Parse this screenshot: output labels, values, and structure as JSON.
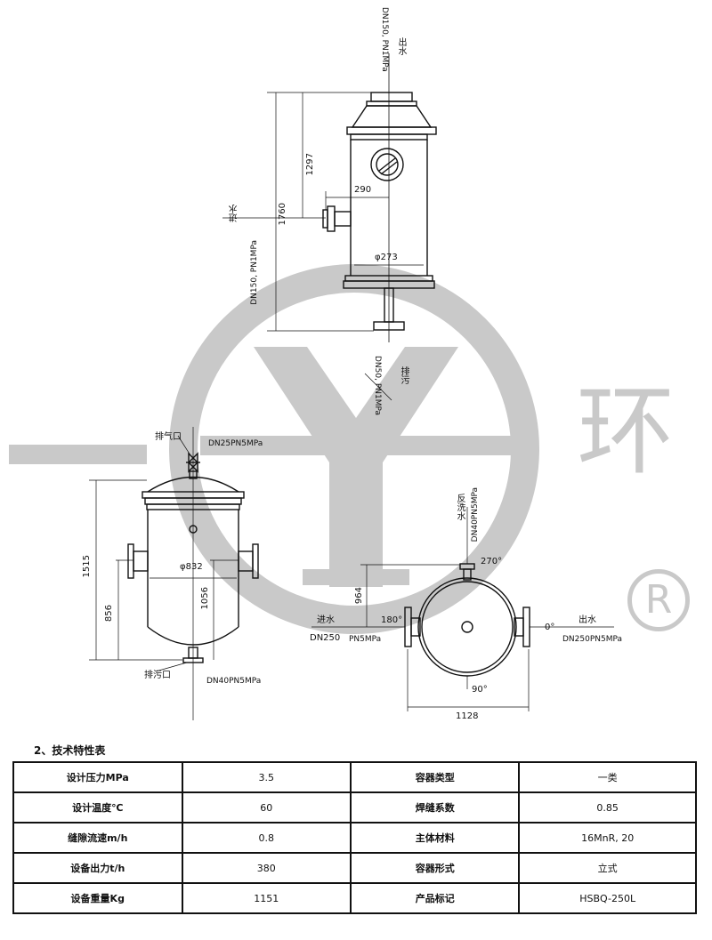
{
  "drawing": {
    "top_view": {
      "outlet_label": "出水",
      "outlet_spec": "DN150, PN1MPa",
      "inlet_label": "进水",
      "inlet_spec": "DN150, PN1MPa",
      "drain_label": "排污",
      "drain_spec": "DN50, PN1MPa",
      "dim_1297": "1297",
      "dim_1760": "1760",
      "dim_290": "290",
      "dim_273": "φ273"
    },
    "side_view": {
      "vent_label": "排气口",
      "vent_spec": "DN25PN5MPa",
      "drain_label": "排污口",
      "drain_spec": "DN40PN5MPa",
      "dim_1515": "1515",
      "dim_856": "856",
      "dim_1056": "1056",
      "dim_832": "φ832"
    },
    "plan_view": {
      "backwash_label": "反洗水",
      "backwash_spec": "DN40PN5MPa",
      "inlet_label": "进水",
      "inlet_spec_a": "DN250",
      "inlet_spec_b": "PN5MPa",
      "outlet_label": "出水",
      "outlet_spec": "DN250PN5MPa",
      "angle_270": "270°",
      "angle_180": "180°",
      "angle_0": "0°",
      "angle_90": "90°",
      "dim_964": "964",
      "dim_1128": "1128"
    },
    "watermark": {
      "huan": "环",
      "registered": "R"
    }
  },
  "table": {
    "title": "2、技术特性表",
    "rows": [
      [
        "设计压力MPa",
        "3.5",
        "容器类型",
        "一类"
      ],
      [
        "设计温度℃",
        "60",
        "焊缝系数",
        "0.85"
      ],
      [
        "缝隙流速m/h",
        "0.8",
        "主体材料",
        "16MnR, 20"
      ],
      [
        "设备出力t/h",
        "380",
        "容器形式",
        "立式"
      ],
      [
        "设备重量Kg",
        "1151",
        "产品标记",
        "HSBQ-250L"
      ]
    ]
  },
  "colors": {
    "ink": "#111111",
    "watermark": "#c9c9c9"
  }
}
